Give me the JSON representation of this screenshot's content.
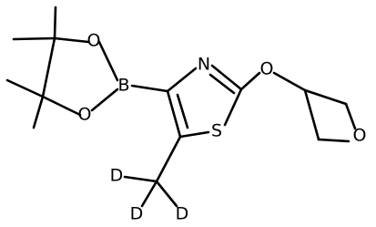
{
  "molecule": {
    "atoms": {
      "boron": "B",
      "oxygen_dioxaborolane_top": "O",
      "oxygen_dioxaborolane_bottom": "O",
      "thiazole_nitrogen": "N",
      "thiazole_sulfur": "S",
      "ether_oxygen": "O",
      "oxetane_oxygen": "O",
      "deuterium_1": "D",
      "deuterium_2": "D",
      "deuterium_3": "D"
    }
  }
}
